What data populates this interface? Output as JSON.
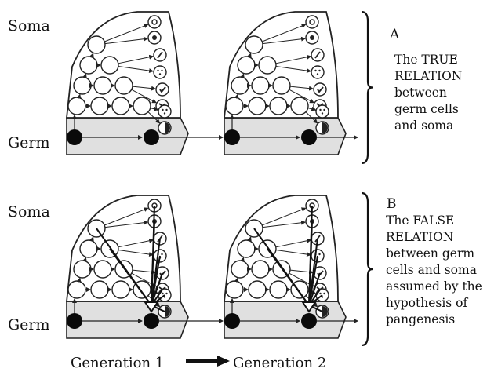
{
  "labels": {
    "soma": "Soma",
    "germ": "Germ"
  },
  "panels": [
    {
      "letter": "A",
      "caption_lines": [
        "The TRUE",
        "RELATION",
        "between",
        "germ cells",
        "and soma"
      ],
      "mode": "true"
    },
    {
      "letter": "B",
      "caption_lines": [
        "The FALSE",
        "RELATION",
        "between germ",
        "cells and soma",
        "assumed by the",
        "hypothesis of",
        "pangenesis"
      ],
      "mode": "false"
    }
  ],
  "footer": {
    "generation_1": "Generation 1",
    "generation_2": "Generation 2"
  },
  "colors": {
    "stroke": "#222222",
    "germ_band": "#e0e0e0",
    "germ_cell": "#0a0a0a",
    "cell_fill": "#ffffff"
  },
  "cell_symbols": [
    "ring",
    "dot",
    "slash",
    "three-dots",
    "check",
    "tripod",
    "three-dots",
    "half-filled"
  ]
}
